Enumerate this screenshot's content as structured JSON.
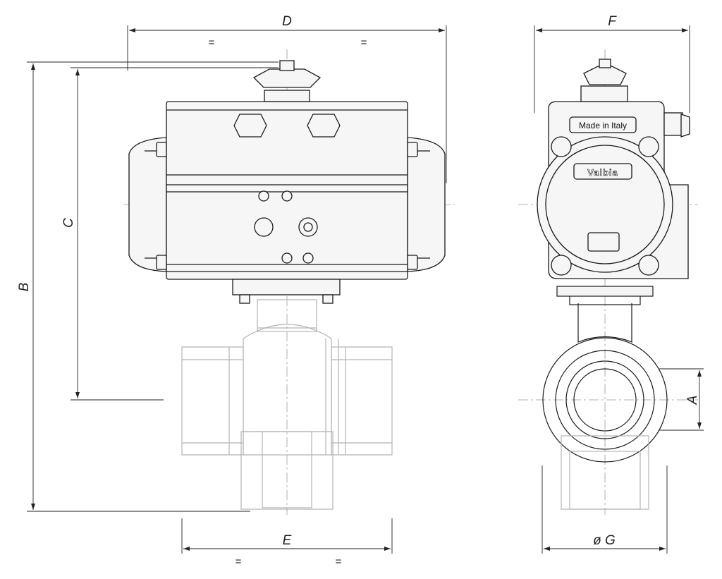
{
  "dimensions": {
    "A": "A",
    "B": "B",
    "C": "C",
    "D": "D",
    "E": "E",
    "F": "F",
    "G": "ø G",
    "equal_mark": "="
  },
  "labels": {
    "origin_plate": "Made in Italy",
    "brand_plate": "Valbia"
  },
  "colors": {
    "line": "#1a1a1a",
    "faint": "#b4b4b4",
    "axis": "#9a9a9a",
    "fill": "#f4f4f4"
  }
}
